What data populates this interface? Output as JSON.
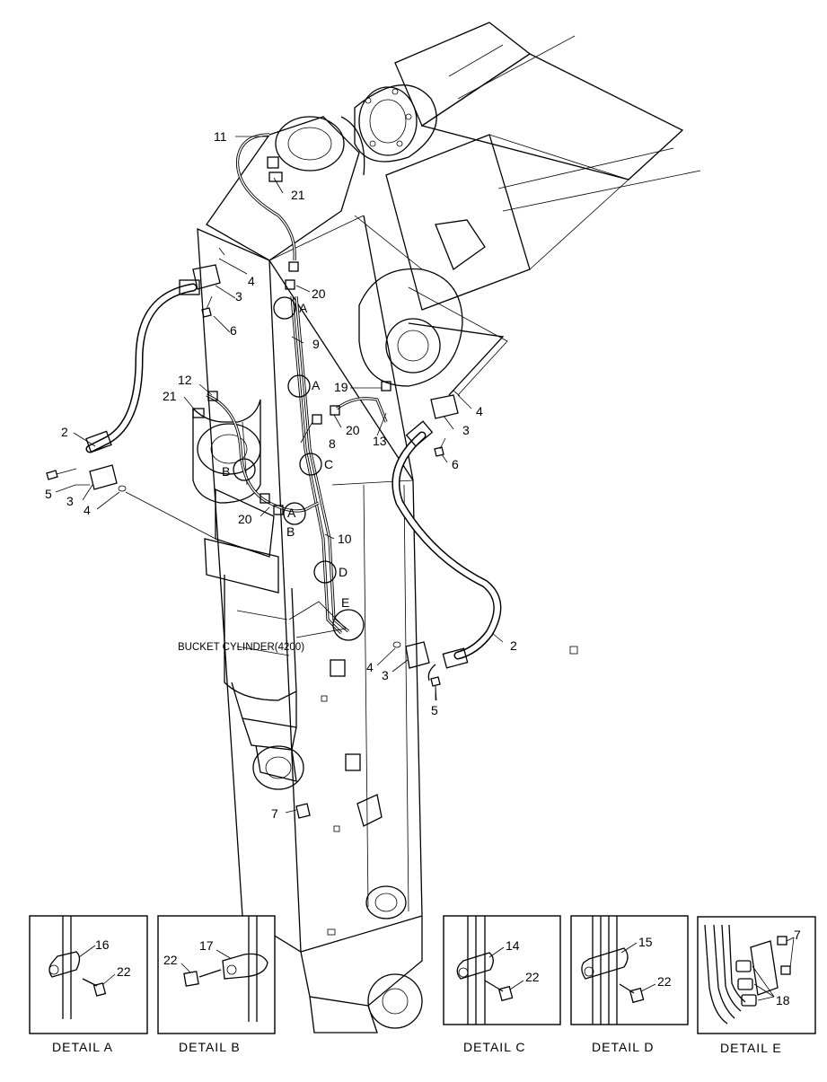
{
  "callouts": {
    "c11": "11",
    "c21a": "21",
    "c4a": "4",
    "c3a": "3",
    "c20a": "20",
    "cAa": "A",
    "c6a": "6",
    "c9": "9",
    "c19": "19",
    "cAb": "A",
    "c4b": "4",
    "c12": "12",
    "c21b": "21",
    "c20b": "20",
    "c3b": "3",
    "c13": "13",
    "c2a": "2",
    "c8": "8",
    "c6b": "6",
    "cBa": "B",
    "cC": "C",
    "c5a": "5",
    "c3c": "3",
    "c4c": "4",
    "c20c": "20",
    "cAc": "A",
    "cBb": "B",
    "c10": "10",
    "cD": "D",
    "cE": "E",
    "c2b": "2",
    "c4d": "4",
    "c3d": "3",
    "c5b": "5",
    "c7": "7"
  },
  "bucket_cylinder_label": "BUCKET CYLINDER(4200)",
  "details": {
    "a": {
      "caption": "DETAIL  A",
      "n1": "16",
      "n2": "22"
    },
    "b": {
      "caption": "DETAIL  B",
      "n1": "17",
      "n2": "22"
    },
    "c": {
      "caption": "DETAIL  C",
      "n1": "14",
      "n2": "22"
    },
    "d": {
      "caption": "DETAIL  D",
      "n1": "15",
      "n2": "22"
    },
    "e": {
      "caption": "DETAIL  E",
      "n1": "7",
      "n2": "18"
    }
  }
}
